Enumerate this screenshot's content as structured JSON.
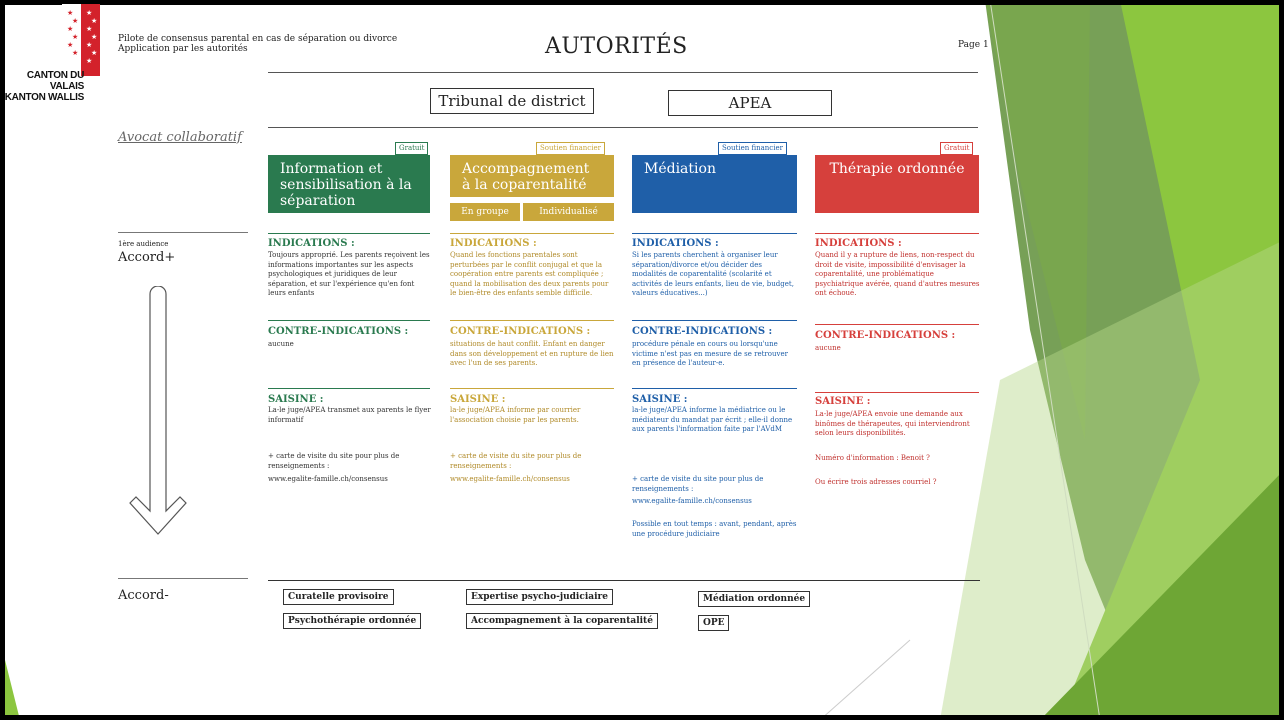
{
  "logo": {
    "text_line1": "CANTON DU VALAIS",
    "text_line2": "KANTON WALLIS"
  },
  "header": {
    "subtitle_line1": "Pilote de consensus parental en cas de séparation ou divorce",
    "subtitle_line2": "Application par les autorités",
    "title": "AUTORITÉS",
    "page": "Page 1"
  },
  "authorities": {
    "tribunal": "Tribunal de district",
    "apea": "APEA"
  },
  "avocat": "Avocat collaboratif",
  "left": {
    "audience": "1ère audience",
    "accord_plus": "Accord+",
    "accord_minus": "Accord-"
  },
  "columns": [
    {
      "badge": "Gratuit",
      "title": "Information et sensibilisation à la séparation",
      "indications_title": "INDICATIONS :",
      "indications_text": "Toujours approprié. Les parents reçoivent les informations importantes sur les aspects psychologiques et juridiques de leur séparation, et sur l'expérience qu'en font leurs enfants",
      "contre_title": "CONTRE-INDICATIONS :",
      "contre_text": "aucune",
      "saisine_title": "SAISINE :",
      "saisine_text": "La-le juge/APEA transmet aux parents le flyer informatif",
      "extra1": "+ carte de visite du site pour plus de renseignements :",
      "extra2": "www.egalite-famille.ch/consensus",
      "color": "#2a7a4f"
    },
    {
      "badge": "Soutien financier",
      "title": "Accompagnement à la coparentalité",
      "sub1": "En groupe",
      "sub2": "Individualisé",
      "indications_title": "INDICATIONS :",
      "indications_text": "Quand les fonctions parentales sont perturbées par le conflit conjugal et que la coopération entre parents est compliquée ; quand la mobilisation des deux parents pour le bien-être des enfants semble difficile.",
      "contre_title": "CONTRE-INDICATIONS :",
      "contre_text": "situations de haut conflit. Enfant en danger dans son développement et en rupture de lien avec l'un de ses parents.",
      "saisine_title": "SAISINE :",
      "saisine_text": "la-le juge/APEA informe par courrier l'association choisie par les parents.",
      "extra1": "+ carte de visite du site pour plus de renseignements :",
      "extra2": "www.egalite-famille.ch/consensus",
      "color": "#c9a73b"
    },
    {
      "badge": "Soutien financier",
      "title": "Médiation",
      "indications_title": "INDICATIONS :",
      "indications_text": "Si les parents cherchent à organiser leur séparation/divorce et/ou décider des modalités de coparentalité (scolarité et activités de leurs enfants, lieu de vie, budget, valeurs éducatives...)",
      "contre_title": "CONTRE-INDICATIONS :",
      "contre_text": "procédure pénale en cours ou lorsqu'une victime n'est pas en mesure de se retrouver en présence de l'auteur-e.",
      "saisine_title": "SAISINE :",
      "saisine_text": "la-le juge/APEA informe la médiatrice ou le médiateur du mandat par écrit ; elle-il donne aux parents l'information faite par l'AVdM",
      "extra1": "+ carte de visite du site pour plus de renseignements :",
      "extra2": "www.egalite-famille.ch/consensus",
      "extra3": "Possible en tout temps : avant, pendant, après une procédure judiciaire",
      "color": "#1f5fa8"
    },
    {
      "badge": "Gratuit",
      "title": "Thérapie ordonnée",
      "indications_title": "INDICATIONS :",
      "indications_text": "Quand il y a rupture de liens, non-respect du droit de visite, impossibilité d'envisager la coparentalité, une problématique psychiatrique avérée, quand d'autres mesures ont échoué.",
      "contre_title": "CONTRE-INDICATIONS :",
      "contre_text": "aucune",
      "saisine_title": "SAISINE :",
      "saisine_text": "La-le juge/APEA envoie une demande aux binômes de thérapeutes, qui interviendront selon leurs disponibilités.",
      "extra1": "Numéro d'information : Benoit ?",
      "extra2": "Ou écrire trois adresses courriel ?",
      "color": "#d6403c"
    }
  ],
  "accord_boxes": {
    "curatelle": "Curatelle provisoire",
    "expertise": "Expertise psycho-judiciaire",
    "mediation": "Médiation ordonnée",
    "psychotherapie": "Psychothérapie ordonnée",
    "accompagnement": "Accompagnement à la coparentalité",
    "ope": "OPE"
  },
  "colors": {
    "green_decor": "#8cc63f",
    "red_logo": "#d3222b"
  }
}
